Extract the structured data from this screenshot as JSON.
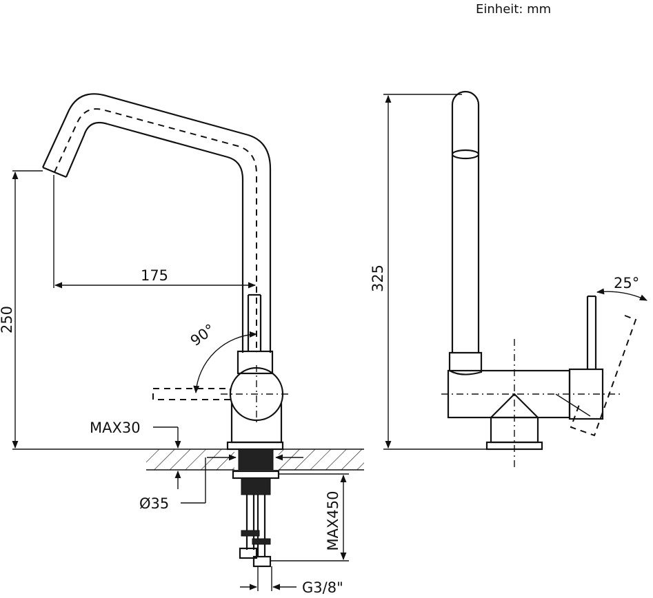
{
  "unit": "Einheit: mm",
  "front_view": {
    "spout_reach": "175",
    "height": "250",
    "swivel_angle": "90°",
    "max_thickness": "MAX30",
    "hole_diameter": "Ø35",
    "hose_length": "MAX450",
    "connection": "G3/8\""
  },
  "side_view": {
    "total_height": "325",
    "lever_angle": "25°"
  }
}
